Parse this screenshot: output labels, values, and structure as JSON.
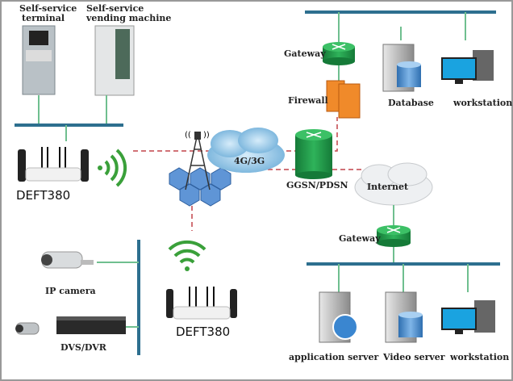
{
  "labels": {
    "terminal": [
      "Self-service",
      "terminal"
    ],
    "vending": [
      "Self-service",
      "vending machine"
    ],
    "router1": "DEFT380",
    "router2": "DEFT380",
    "network": "4G/3G",
    "ggsn": "GGSN/PDSN",
    "internet": "Internet",
    "gateway_top": "Gateway",
    "firewall": "Firewall",
    "database": "Database",
    "workstation_top": "workstation",
    "gateway_bottom": "Gateway",
    "app_server": "application server",
    "video_server": "Video server",
    "workstation_bottom": "workstation",
    "ip_camera": "IP camera",
    "dvr": "DVS/DVR"
  },
  "colors": {
    "bus": "#2d6f8f",
    "link": "#6fbf8f",
    "wireless_link": "#c2444a",
    "router": "#1f9a4a",
    "firewall": "#f08a2a",
    "wifi": "#3aa03a"
  }
}
